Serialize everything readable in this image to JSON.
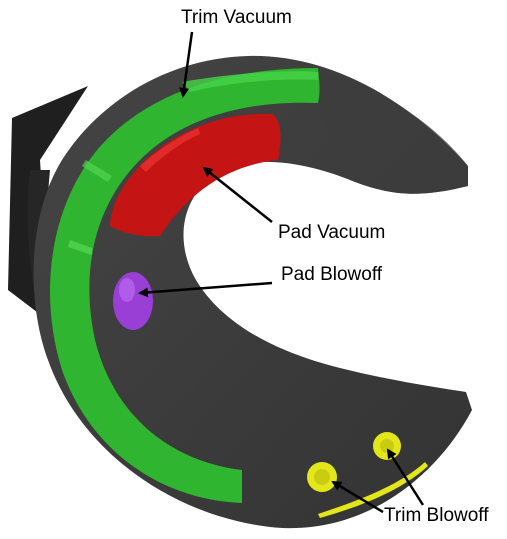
{
  "labels": {
    "trim_vacuum": "Trim Vacuum",
    "pad_vacuum": "Pad Vacuum",
    "pad_blowoff": "Pad Blowoff",
    "trim_blowoff": "Trim Blowoff"
  },
  "colors": {
    "background": "#ffffff",
    "plate": "#3a3a3a",
    "plate_side": "#222222",
    "trim_vacuum": "#2fb52f",
    "pad_vacuum": "#c41414",
    "pad_blowoff": "#9a3fd6",
    "trim_blowoff": "#e3e619",
    "arrow": "#000000"
  }
}
